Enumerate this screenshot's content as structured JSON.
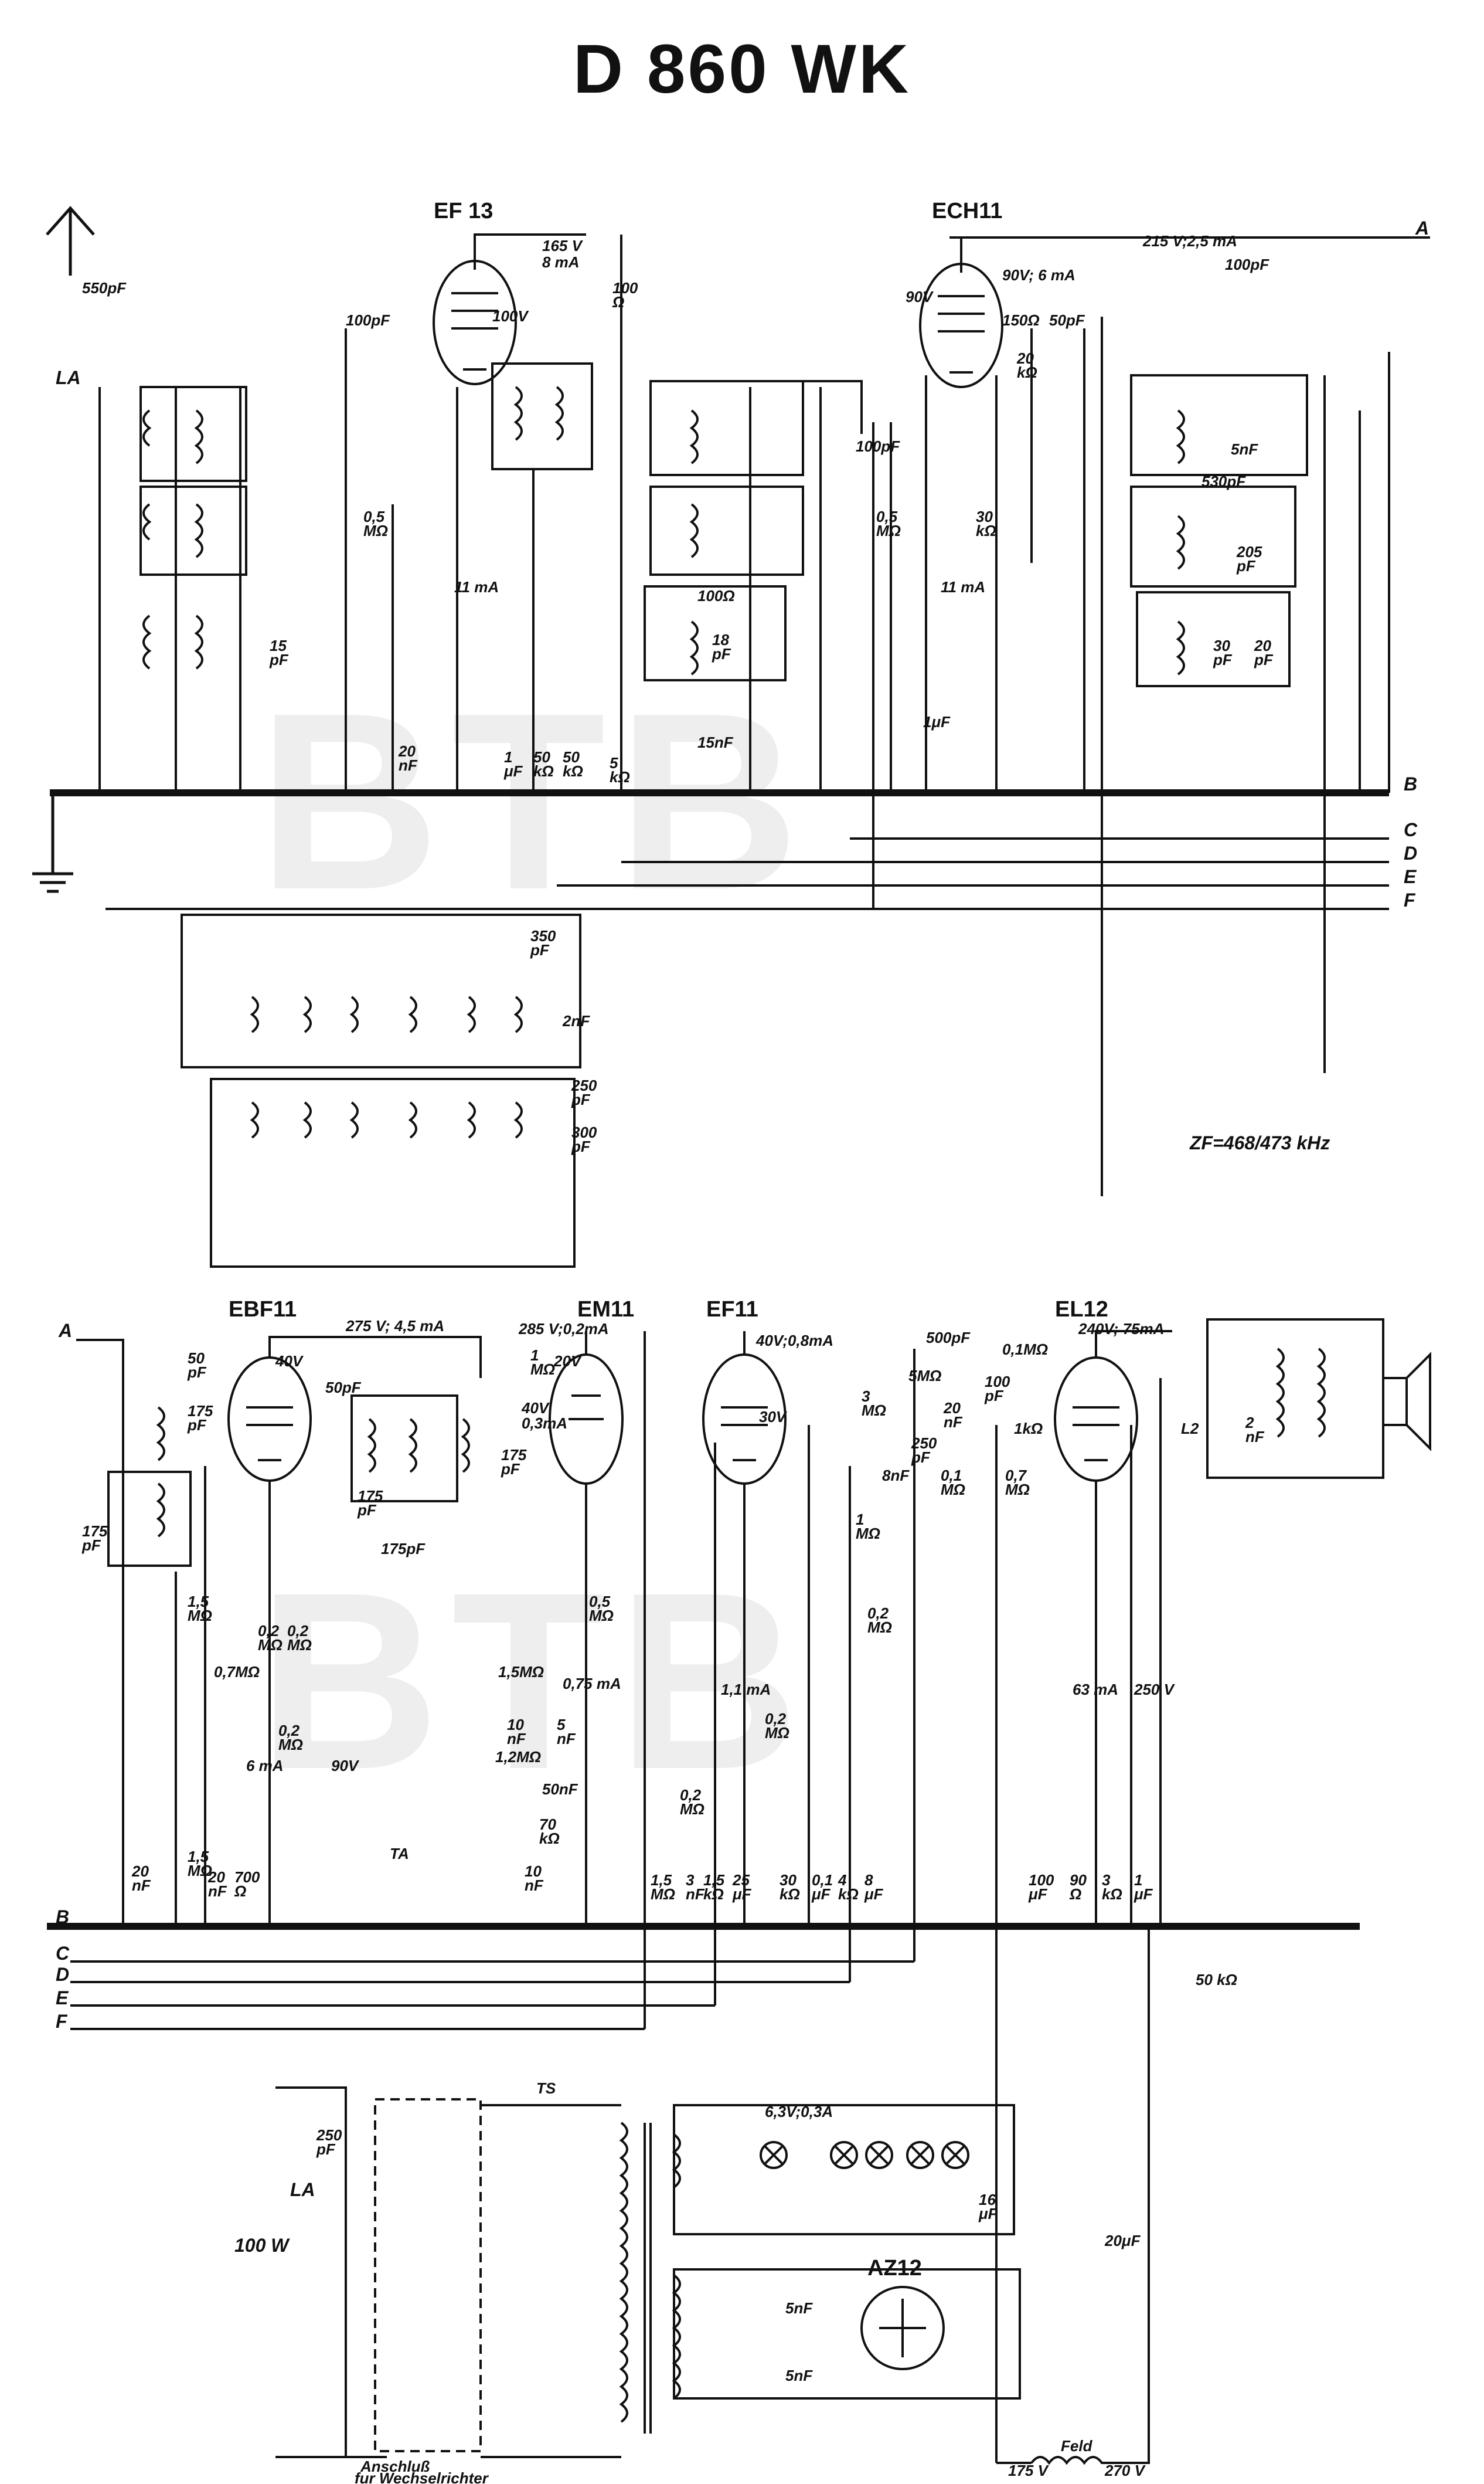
{
  "title": "D 860 WK",
  "watermark": "BTB",
  "tubes": {
    "ef13": "EF 13",
    "ech11": "ECH11",
    "ebf11": "EBF11",
    "em11": "EM11",
    "ef11": "EF11",
    "el12": "EL12",
    "az12": "AZ12"
  },
  "bus_labels": [
    "A",
    "B",
    "C",
    "D",
    "E",
    "F"
  ],
  "notes": {
    "zf": "ZF=468/473 kHz",
    "anschluss": "Anschluß",
    "wechselrichter": "fur Wechselrichter",
    "power": "100 W",
    "la": "LA",
    "la2": "LA",
    "ts": "TS",
    "ta": "TA",
    "lamps": "6,3V;0,3A",
    "feld": "Feld",
    "l2": "L2",
    "v175": "175 V",
    "v270": "270 V"
  },
  "upper_labels": {
    "ef13_supply": "165 V",
    "ef13_current": "8 mA",
    "ef13_screen": "100V",
    "ech11_supply": "215 V;2,5 mA",
    "ech11_osc": "90V; 6 mA",
    "ech11_g": "90V",
    "c_550p": "550pF",
    "c_100p_a": "100pF",
    "c_100p_b": "100pF",
    "c_100p_c": "100pF",
    "r_100": "100",
    "r_100_u": "Ω",
    "c_15p": "15",
    "c_15p_u": "pF",
    "r_05": "0,5",
    "r_05_u": "MΩ",
    "i_11ma_a": "11 mA",
    "c_20n": "20",
    "c_20n_u": "nF",
    "c_1u": "1",
    "c_1u_u": "μF",
    "r_50k_a": "50",
    "r_50k_a_u": "kΩ",
    "r_50k_b": "50",
    "r_50k_b_u": "kΩ",
    "r_5k": "5",
    "r_5k_u": "kΩ",
    "r_100ohm": "100Ω",
    "c_18p": "18",
    "c_18p_u": "pF",
    "c_15n": "15nF",
    "r_05b": "0,5",
    "r_05b_u": "MΩ",
    "r_150": "150Ω",
    "c_50p": "50pF",
    "r_20k": "20",
    "r_20k_u": "kΩ",
    "r_30k": "30",
    "r_30k_u": "kΩ",
    "i_11ma_b": "11 mA",
    "c_1uf": "1μF",
    "c_5n": "5nF",
    "c_530p": "530pF",
    "c_205p": "205",
    "c_205p_u": "pF",
    "c_30p": "30",
    "c_30p_u": "pF",
    "c_20p": "20",
    "c_20p_u": "pF",
    "c_350p": "350",
    "c_350p_u": "pF",
    "c_2n": "2nF",
    "c_250p": "250",
    "c_250p_u": "pF",
    "c_300p": "300",
    "c_300p_u": "pF"
  },
  "lower_labels": {
    "ebf11_supply": "275 V; 4,5 mA",
    "ebf11_40v": "40V",
    "em11_supply": "285 V;0,2mA",
    "em11_20v": "20V",
    "em11_40v": "40V",
    "em11_03ma": "0,3mA",
    "ef11_supply": "40V;0,8mA",
    "ef11_30v": "30V",
    "el12_supply": "240V; 75mA",
    "c_50p": "50",
    "c_50p_u": "pF",
    "c_175p": "175",
    "c_175p_u": "pF",
    "c_175p_b": "175",
    "c_175p_b_u": "pF",
    "c_50pf": "50pF",
    "c_175p_c": "175",
    "c_175p_c_u": "pF",
    "c_175p_d": "175pF",
    "c_175p_e": "175",
    "c_175p_e_u": "pF",
    "r_1m": "1",
    "r_1m_u": "MΩ",
    "r_15m": "1,5",
    "r_15m_u": "MΩ",
    "r_02m_a": "0,2",
    "r_02m_a_u": "MΩ",
    "r_02m_b": "0,2",
    "r_02m_b_u": "MΩ",
    "r_07m": "0,7MΩ",
    "r_02m_c": "0,2",
    "r_02m_c_u": "MΩ",
    "i_6ma": "6 mA",
    "v_90": "90V",
    "r_15md": "1,5MΩ",
    "i_075ma": "0,75 mA",
    "c_10n": "10",
    "c_10n_u": "nF",
    "c_5n": "5",
    "c_5n_u": "nF",
    "r_12m": "1,2MΩ",
    "c_50n": "50nF",
    "r_70k": "70",
    "r_70k_u": "kΩ",
    "c_10n_b": "10",
    "c_10n_b_u": "nF",
    "r_05m": "0,5",
    "r_05m_u": "MΩ",
    "c_20n_a": "20",
    "c_20n_a_u": "nF",
    "r_15m_b": "1,5",
    "r_15m_b_u": "MΩ",
    "c_20n_b": "20",
    "c_20n_b_u": "nF",
    "r_700": "700",
    "r_700_u": "Ω",
    "r_02m_d": "0,2",
    "r_02m_d_u": "MΩ",
    "i_1ma": "1,1 mA",
    "r_02m_e": "0,2",
    "r_02m_e_u": "MΩ",
    "r_15m_c": "1,5",
    "r_15m_c_u": "MΩ",
    "c_3n": "3",
    "c_3n_u": "nF",
    "r_15k": "1,5",
    "r_15k_u": "kΩ",
    "c_25u": "25",
    "c_25u_u": "μF",
    "r_30k": "30",
    "r_30k_u": "kΩ",
    "c_01u": "0,1",
    "c_01u_u": "μF",
    "r_4k": "4",
    "r_4k_u": "kΩ",
    "c_8u": "8",
    "c_8u_u": "μF",
    "c_500p": "500pF",
    "r_01m": "0,1MΩ",
    "r_5m": "5MΩ",
    "r_3m": "3",
    "r_3m_u": "MΩ",
    "c_20n_c": "20",
    "c_20n_c_u": "nF",
    "c_100p": "100",
    "c_100p_u": "pF",
    "c_250p": "250",
    "c_250p_u": "pF",
    "c_8n": "8nF",
    "r_1k": "1kΩ",
    "r_01m_b": "0,1",
    "r_01m_b_u": "MΩ",
    "r_07m_b": "0,7",
    "r_07m_b_u": "MΩ",
    "r_1m_b": "1",
    "r_1m_b_u": "MΩ",
    "r_02m_f": "0,2",
    "r_02m_f_u": "MΩ",
    "i_63ma": "63 mA",
    "v_250": "250 V",
    "c_100u": "100",
    "c_100u_u": "μF",
    "r_90": "90",
    "r_90_u": "Ω",
    "r_3k": "3",
    "r_3k_u": "kΩ",
    "c_1u": "1",
    "c_1u_u": "μF",
    "c_2n": "2",
    "c_2n_u": "nF",
    "r_50k": "50 kΩ",
    "c_250p_b": "250",
    "c_250p_b_u": "pF",
    "c_16u": "16",
    "c_16u_u": "μF",
    "c_20u": "20μF",
    "c_5n_a": "5nF",
    "c_5n_b": "5nF"
  }
}
